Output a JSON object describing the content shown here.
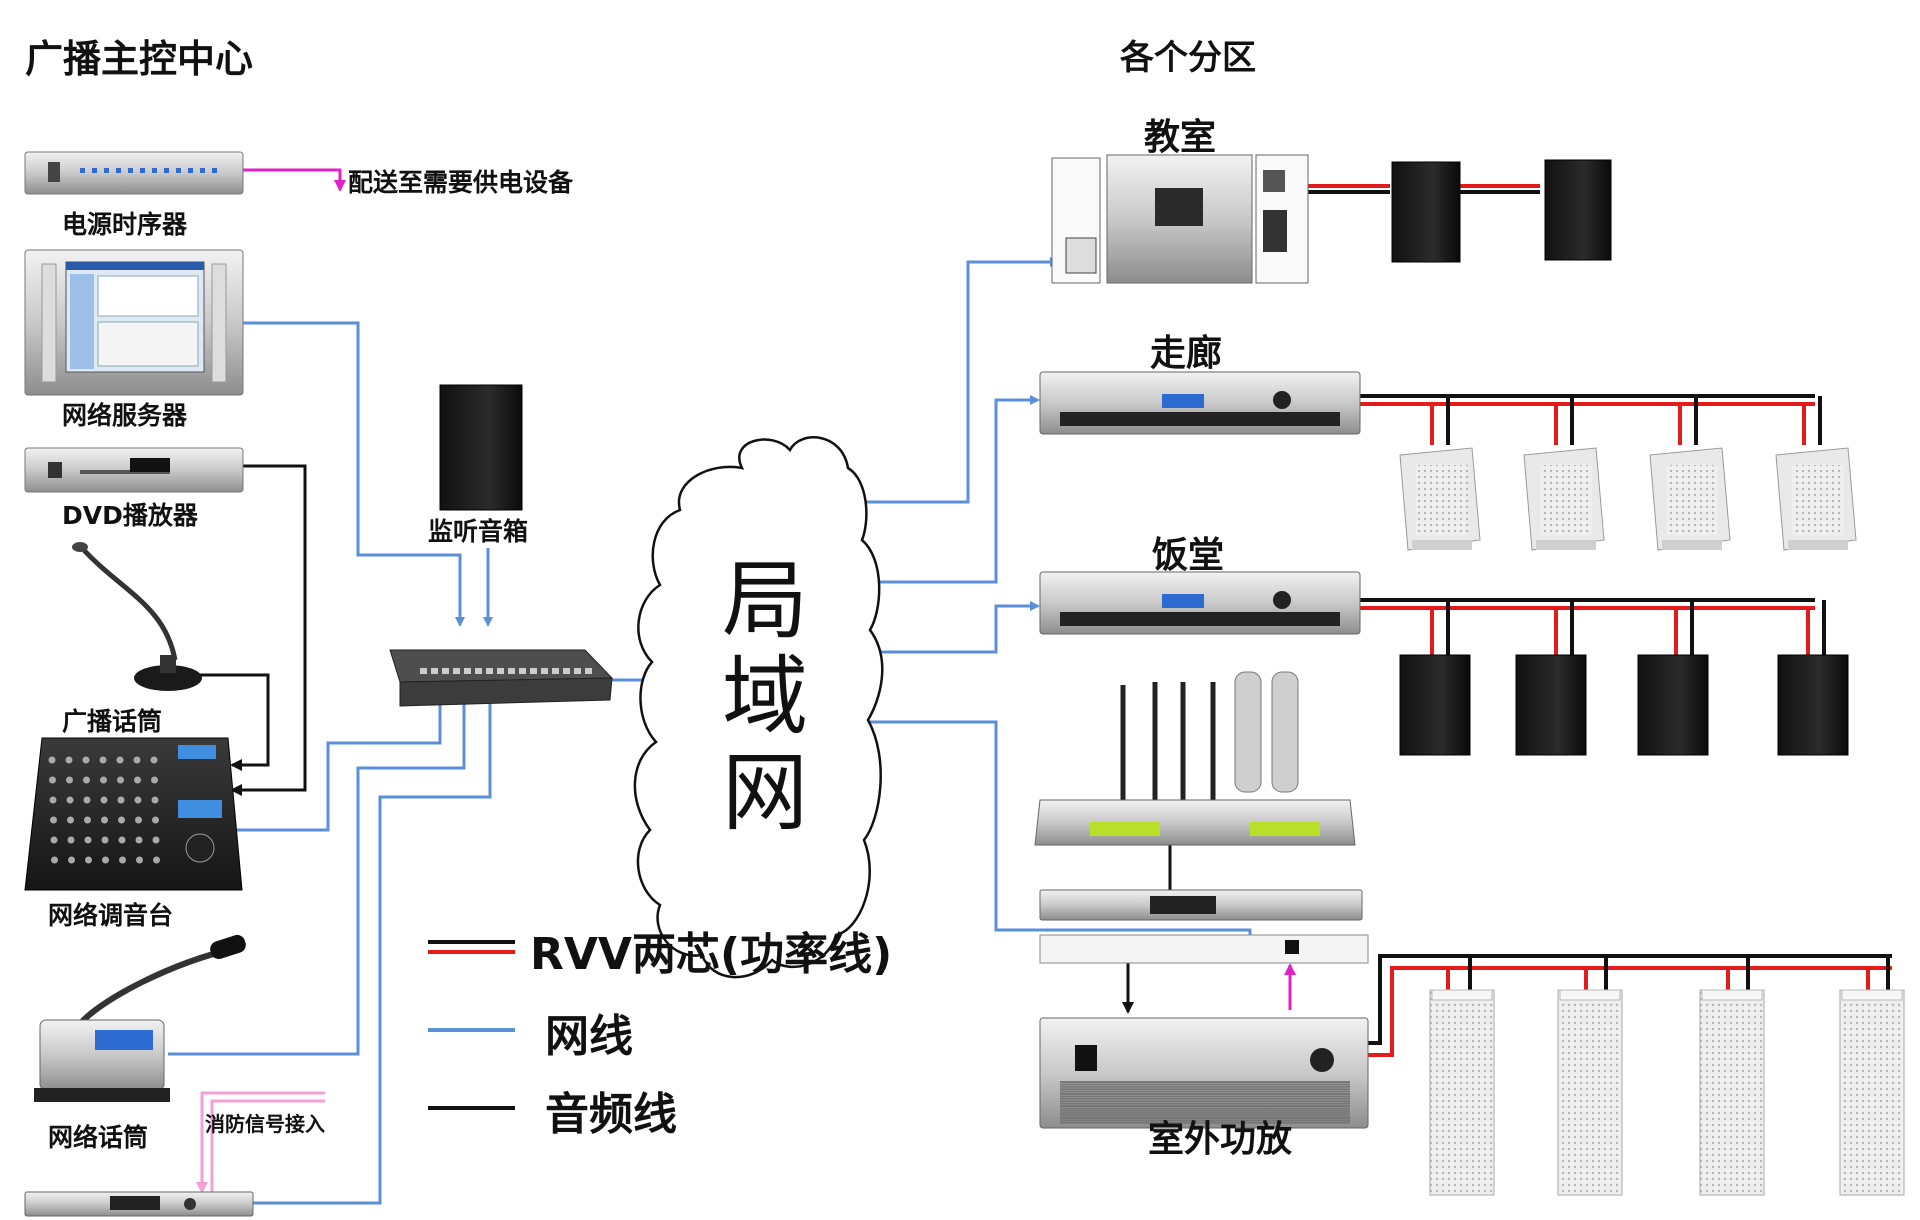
{
  "titles": {
    "master_center": "广播主控中心",
    "zones": "各个分区"
  },
  "devices": {
    "power_sequencer": "电源时序器",
    "power_note": "配送至需要供电设备",
    "network_server": "网络服务器",
    "dvd_player": "DVD播放器",
    "broadcast_mic": "广播话筒",
    "network_mixer": "网络调音台",
    "network_paging_mic": "网络话筒",
    "fire_signal": "消防信号接入",
    "monitor_speaker": "监听音箱"
  },
  "network": {
    "cloud_chars": [
      "局",
      "域",
      "网"
    ]
  },
  "zones": {
    "classroom": "教室",
    "corridor": "走廊",
    "canteen": "饭堂",
    "outdoor_amp": "室外功放"
  },
  "legend": [
    {
      "label": "RVV两芯(功率线)",
      "kind": "power"
    },
    {
      "label": "网线",
      "kind": "network"
    },
    {
      "label": "音频线",
      "kind": "audio"
    }
  ],
  "colors": {
    "network_line": "#5b8fd9",
    "audio_line": "#111111",
    "power_red": "#e41b1b",
    "power_black": "#111111",
    "magenta": "#e020c8",
    "pink": "#f2a0d6"
  }
}
